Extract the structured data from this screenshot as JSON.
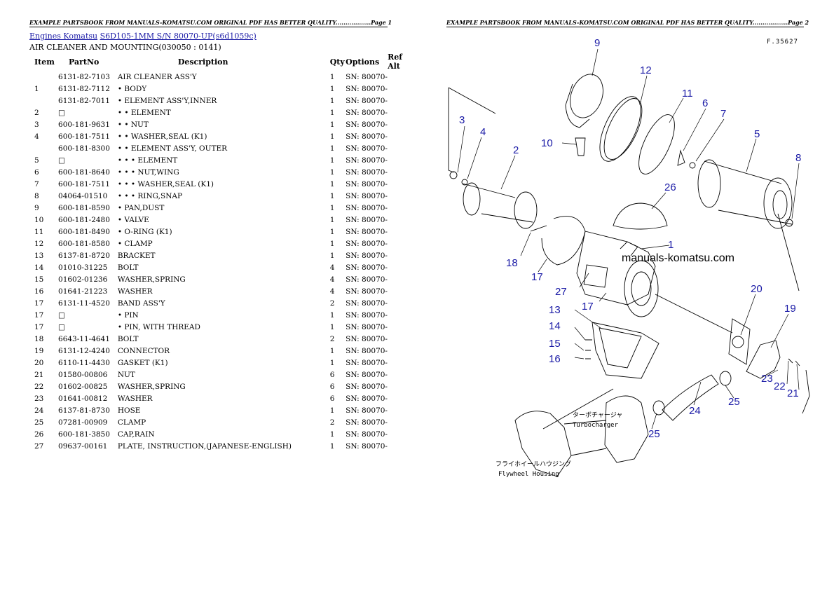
{
  "banner_left": "EXAMPLE PARTSBOOK FROM MANUALS-KOMATSU.COM ORIGINAL PDF HAS BETTER QUALITY..................Page 1",
  "banner_right": "EXAMPLE PARTSBOOK FROM MANUALS-KOMATSU.COM ORIGINAL PDF HAS BETTER QUALITY..................Page 2",
  "breadcrumb": {
    "link1": "Engines Komatsu",
    "link2": "S6D105-1MM S/N 80070-UP(s6d1059c)"
  },
  "subtitle": "AIR CLEANER AND MOUNTING(030050 : 0141)",
  "columns": {
    "item": "Item",
    "partno": "PartNo",
    "description": "Description",
    "qty": "Qty",
    "options": "Options",
    "refalt": "Ref Alt"
  },
  "rows": [
    {
      "item": "",
      "part": "6131-82-7103",
      "desc": "AIR CLEANER ASS'Y",
      "qty": "1",
      "opt": "SN: 80070-"
    },
    {
      "item": "1",
      "part": "6131-82-7112",
      "desc": "• BODY",
      "qty": "1",
      "opt": "SN: 80070-"
    },
    {
      "item": "",
      "part": "6131-82-7011",
      "desc": "• ELEMENT ASS'Y,INNER",
      "qty": "1",
      "opt": "SN: 80070-"
    },
    {
      "item": "2",
      "part": "□",
      "desc": "• • ELEMENT",
      "qty": "1",
      "opt": "SN: 80070-"
    },
    {
      "item": "3",
      "part": "600-181-9631",
      "desc": "• • NUT",
      "qty": "1",
      "opt": "SN: 80070-"
    },
    {
      "item": "4",
      "part": "600-181-7511",
      "desc": "• • WASHER,SEAL (K1)",
      "qty": "1",
      "opt": "SN: 80070-"
    },
    {
      "item": "",
      "part": "600-181-8300",
      "desc": "• • ELEMENT ASS'Y, OUTER",
      "qty": "1",
      "opt": "SN: 80070-"
    },
    {
      "item": "5",
      "part": "□",
      "desc": "• • • ELEMENT",
      "qty": "1",
      "opt": "SN: 80070-"
    },
    {
      "item": "6",
      "part": "600-181-8640",
      "desc": "• • • NUT,WING",
      "qty": "1",
      "opt": "SN: 80070-"
    },
    {
      "item": "7",
      "part": "600-181-7511",
      "desc": "• • • WASHER,SEAL (K1)",
      "qty": "1",
      "opt": "SN: 80070-"
    },
    {
      "item": "8",
      "part": "04064-01510",
      "desc": "• • • RING,SNAP",
      "qty": "1",
      "opt": "SN: 80070-"
    },
    {
      "item": "9",
      "part": "600-181-8590",
      "desc": "• PAN,DUST",
      "qty": "1",
      "opt": "SN: 80070-"
    },
    {
      "item": "10",
      "part": "600-181-2480",
      "desc": "• VALVE",
      "qty": "1",
      "opt": "SN: 80070-"
    },
    {
      "item": "11",
      "part": "600-181-8490",
      "desc": "• O-RING (K1)",
      "qty": "1",
      "opt": "SN: 80070-"
    },
    {
      "item": "12",
      "part": "600-181-8580",
      "desc": "• CLAMP",
      "qty": "1",
      "opt": "SN: 80070-"
    },
    {
      "item": "13",
      "part": "6137-81-8720",
      "desc": "BRACKET",
      "qty": "1",
      "opt": "SN: 80070-"
    },
    {
      "item": "14",
      "part": "01010-31225",
      "desc": "BOLT",
      "qty": "4",
      "opt": "SN: 80070-"
    },
    {
      "item": "15",
      "part": "01602-01236",
      "desc": "WASHER,SPRING",
      "qty": "4",
      "opt": "SN: 80070-"
    },
    {
      "item": "16",
      "part": "01641-21223",
      "desc": "WASHER",
      "qty": "4",
      "opt": "SN: 80070-"
    },
    {
      "item": "17",
      "part": "6131-11-4520",
      "desc": "BAND ASS'Y",
      "qty": "2",
      "opt": "SN: 80070-"
    },
    {
      "item": "17",
      "part": "□",
      "desc": "• PIN",
      "qty": "1",
      "opt": "SN: 80070-"
    },
    {
      "item": "17",
      "part": "□",
      "desc": "• PIN, WITH THREAD",
      "qty": "1",
      "opt": "SN: 80070-"
    },
    {
      "item": "18",
      "part": "6643-11-4641",
      "desc": "BOLT",
      "qty": "2",
      "opt": "SN: 80070-"
    },
    {
      "item": "19",
      "part": "6131-12-4240",
      "desc": "CONNECTOR",
      "qty": "1",
      "opt": "SN: 80070-"
    },
    {
      "item": "20",
      "part": "6110-11-4430",
      "desc": "GASKET (K1)",
      "qty": "1",
      "opt": "SN: 80070-"
    },
    {
      "item": "21",
      "part": "01580-00806",
      "desc": "NUT",
      "qty": "6",
      "opt": "SN: 80070-"
    },
    {
      "item": "22",
      "part": "01602-00825",
      "desc": "WASHER,SPRING",
      "qty": "6",
      "opt": "SN: 80070-"
    },
    {
      "item": "23",
      "part": "01641-00812",
      "desc": "WASHER",
      "qty": "6",
      "opt": "SN: 80070-"
    },
    {
      "item": "24",
      "part": "6137-81-8730",
      "desc": "HOSE",
      "qty": "1",
      "opt": "SN: 80070-"
    },
    {
      "item": "25",
      "part": "07281-00909",
      "desc": "CLAMP",
      "qty": "2",
      "opt": "SN: 80070-"
    },
    {
      "item": "26",
      "part": "600-181-3850",
      "desc": "CAP,RAIN",
      "qty": "1",
      "opt": "SN: 80070-"
    },
    {
      "item": "27",
      "part": "09637-00161",
      "desc": "PLATE, INSTRUCTION,(JAPANESE-ENGLISH)",
      "qty": "1",
      "opt": "SN: 80070-"
    }
  ],
  "figure": {
    "ref": "F.35627",
    "watermark": "manuals-komatsu.com",
    "turbo_jp": "ターボチャージャ",
    "turbo_en": "Turbocharger",
    "flywheel_jp": "フライホイールハウジング",
    "flywheel_en": "Flywheel Housing",
    "callouts": [
      "9",
      "12",
      "11",
      "6",
      "7",
      "3",
      "4",
      "10",
      "2",
      "5",
      "8",
      "26",
      "1",
      "18",
      "17",
      "27",
      "17",
      "13",
      "14",
      "15",
      "16",
      "20",
      "19",
      "23",
      "22",
      "21",
      "24",
      "25"
    ]
  }
}
